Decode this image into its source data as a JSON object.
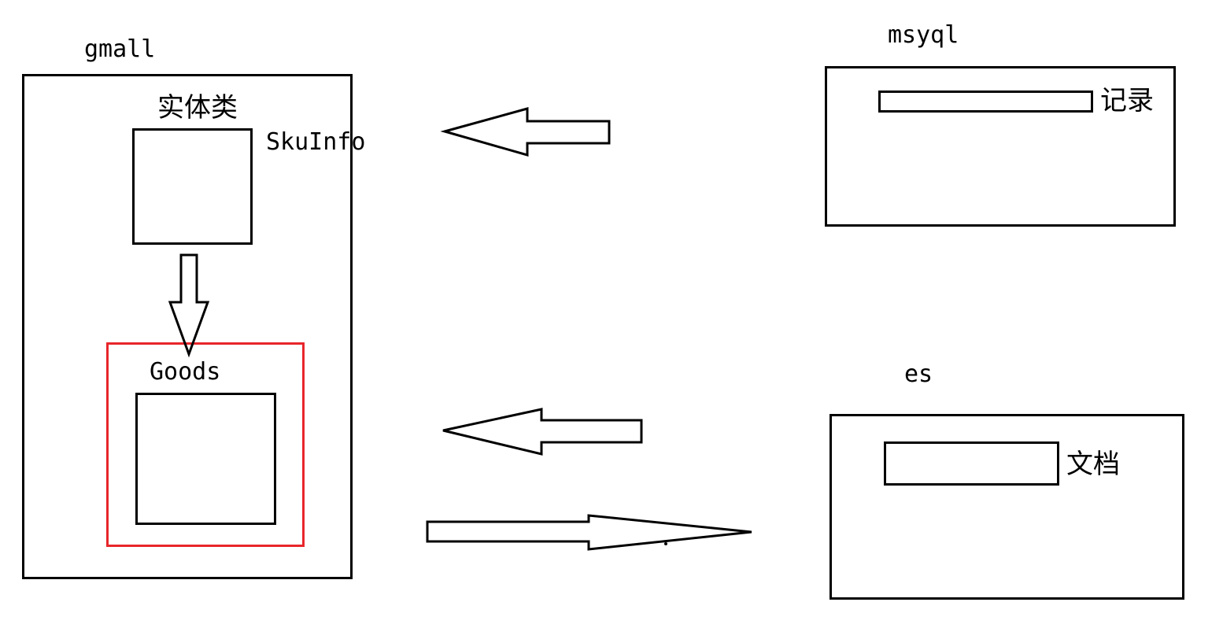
{
  "gmall": {
    "title": "gmall",
    "entity_label": "实体类",
    "skuinfo_label": "SkuInfo",
    "goods_label": "Goods",
    "highlight_color": "#e8262b"
  },
  "mysql": {
    "title": "msyql",
    "record_label": "记录"
  },
  "es": {
    "title": "es",
    "document_label": "文档"
  },
  "arrows": [
    {
      "name": "mysql-to-gmall",
      "direction": "left"
    },
    {
      "name": "es-to-gmall",
      "direction": "left"
    },
    {
      "name": "gmall-to-es",
      "direction": "right"
    },
    {
      "name": "skuinfo-to-goods",
      "direction": "down"
    }
  ]
}
